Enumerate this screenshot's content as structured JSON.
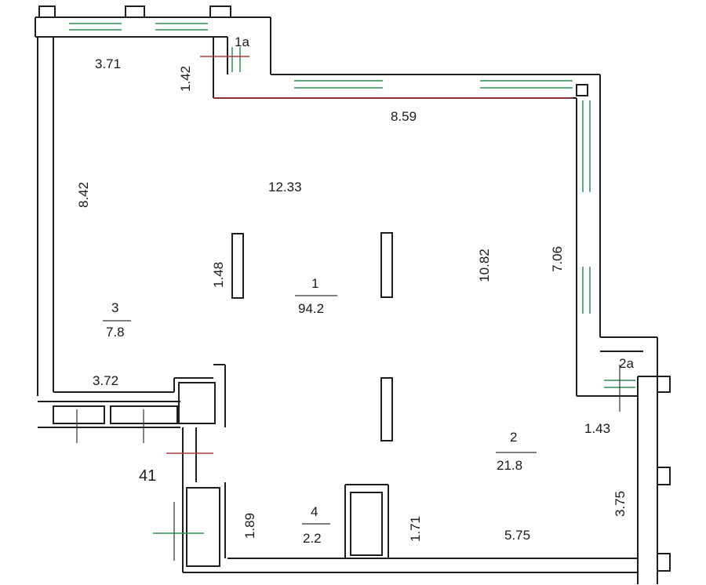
{
  "colors": {
    "wall": "#1e1e1e",
    "window": "#2f8f55",
    "red": "#b03a3a",
    "door": "#555555"
  },
  "rooms": [
    {
      "id": "1",
      "area": "94.2"
    },
    {
      "id": "2",
      "area": "21.8"
    },
    {
      "id": "3",
      "area": "7.8"
    },
    {
      "id": "4",
      "area": "2.2"
    },
    {
      "id": "1a"
    },
    {
      "id": "2a"
    }
  ],
  "dimensions": {
    "top_left": "3.71",
    "top_right": "8.59",
    "left_wall": "8.42",
    "center_width": "12.33",
    "right_wall": "7.06",
    "depth": "10.82",
    "column": "1.48",
    "notch": "1.42",
    "room3_width": "3.72",
    "room2a": "1.43",
    "room2_height": "3.75",
    "room2_width": "5.75",
    "room4_left": "1.89",
    "room4_right": "1.71"
  },
  "marker": "41"
}
